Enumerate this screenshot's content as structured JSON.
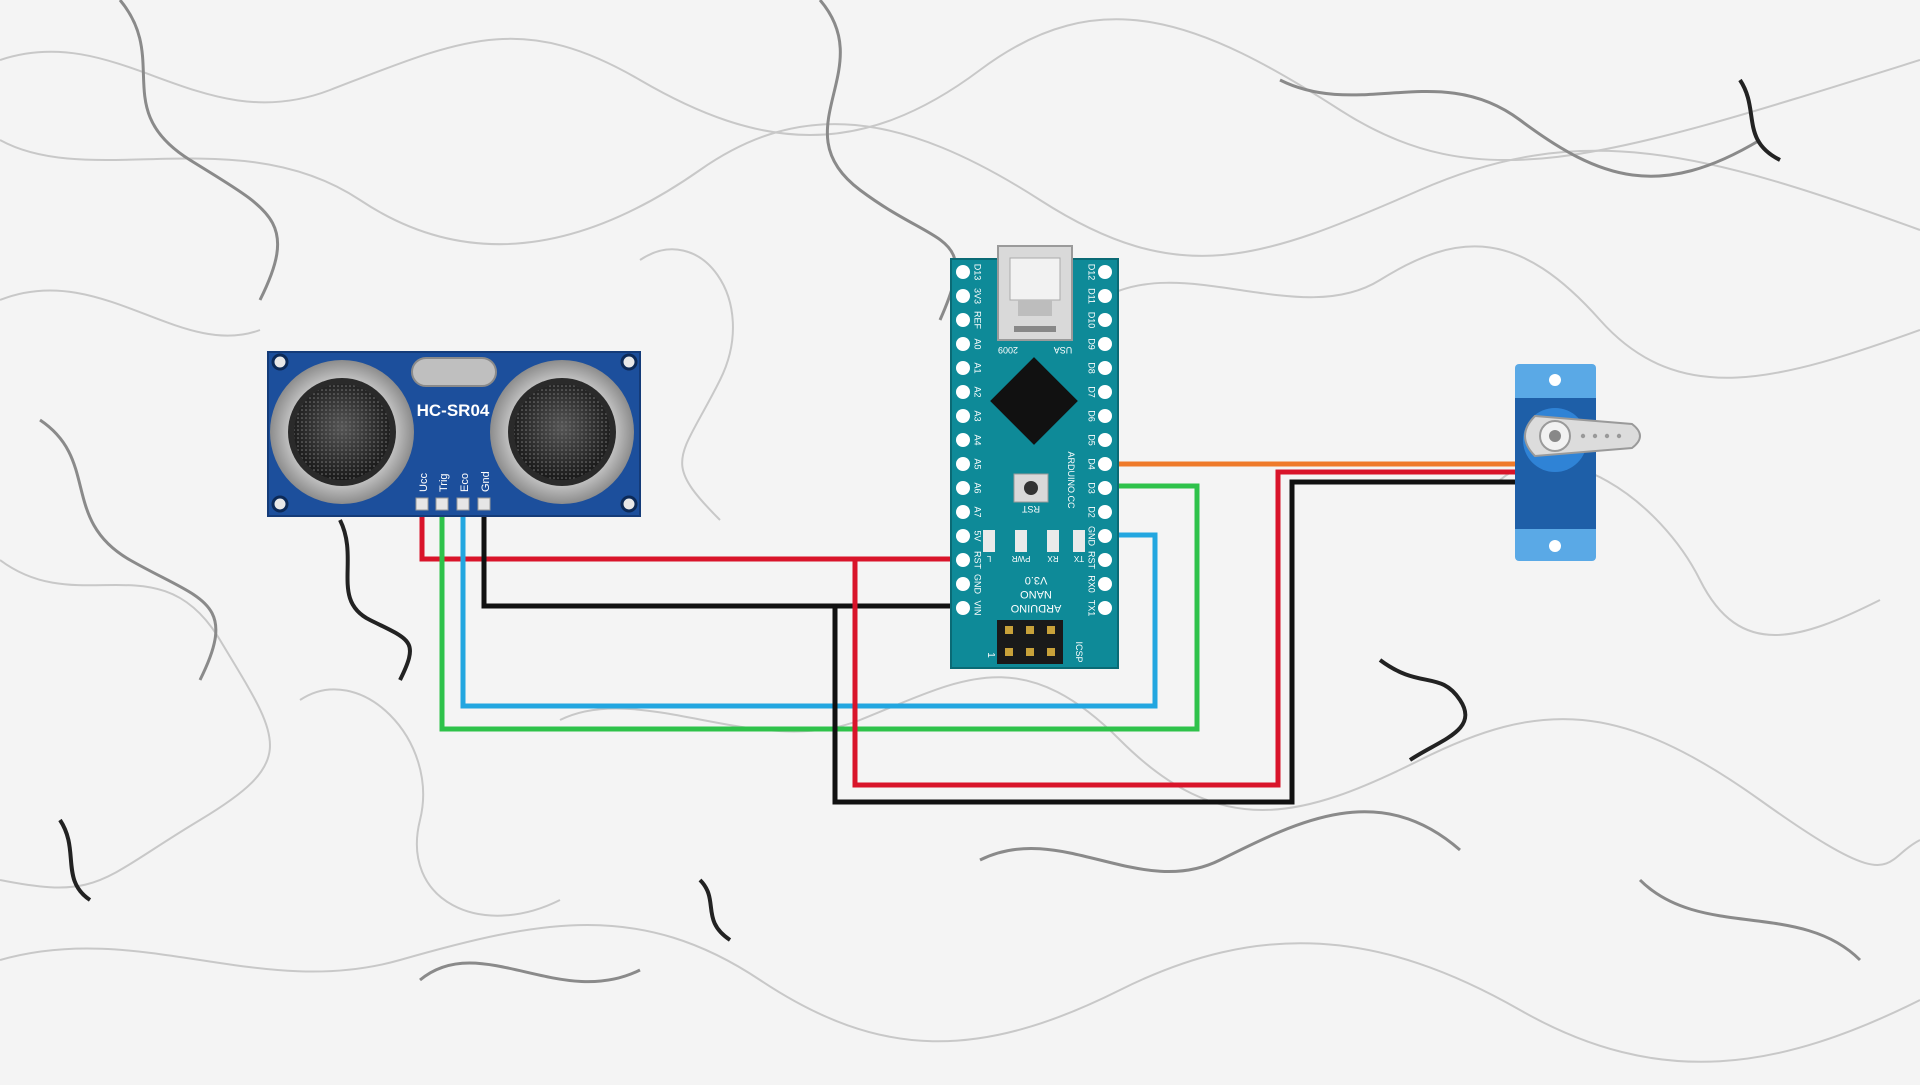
{
  "sensor": {
    "label": "HC-SR04",
    "pins": [
      "Ucc",
      "Trig",
      "Eco",
      "Gnd"
    ]
  },
  "arduino": {
    "usb_left": "2009",
    "usb_right": "USA",
    "left_pins": [
      "D13",
      "3V3",
      "REF",
      "A0",
      "A1",
      "A2",
      "A3",
      "A4",
      "A5",
      "A6",
      "A7",
      "5V",
      "RST",
      "GND",
      "VIN"
    ],
    "right_pins": [
      "D12",
      "D11",
      "D10",
      "D9",
      "D8",
      "D7",
      "D6",
      "D5",
      "D4",
      "D3",
      "D2",
      "GND",
      "RST",
      "RX0",
      "TX1"
    ],
    "reset_label": "RST",
    "brand_side": "ARDUINO.CC",
    "leds": [
      "L",
      "PWR",
      "RX",
      "TX"
    ],
    "title_lines": [
      "V3.0",
      "NANO",
      "ARDUINO"
    ],
    "icsp": "ICSP",
    "pin_one": "1"
  },
  "colors": {
    "background": "#f4f4f4",
    "sensor_board": "#1c4f9c",
    "nano_board": "#0e8a98",
    "servo_light": "#5aa9e6",
    "servo_dark": "#1e5fa8",
    "wire_red": "#d9142a",
    "wire_black": "#111111",
    "wire_green": "#2ec24a",
    "wire_blue": "#22a6e0",
    "wire_orange": "#ef7a2a"
  }
}
